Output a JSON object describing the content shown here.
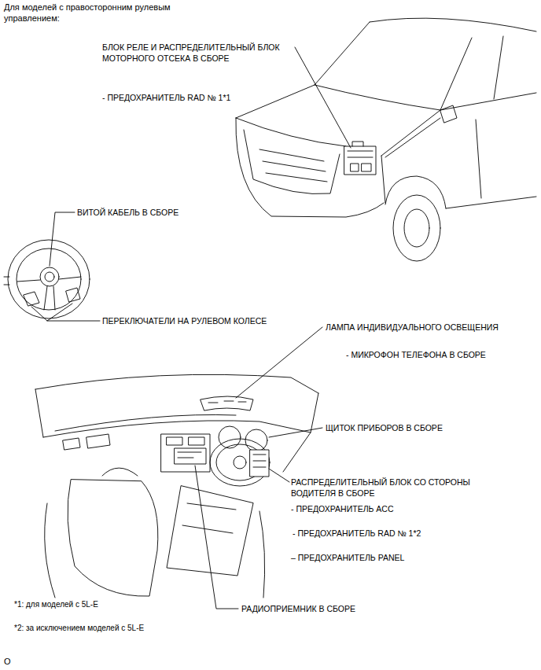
{
  "diagram": {
    "title": "Для моделей с правосторонним рулевым управлением:",
    "labels": [
      "БЛОК РЕЛЕ И РАСПРЕДЕЛИТЕЛЬНЫЙ БЛОК МОТОРНОГО ОТСЕКА В СБОРЕ",
      "- ПРЕДОХРАНИТЕЛЬ RAD № 1*1",
      "ВИТОЙ КАБЕЛЬ В СБОРЕ",
      "ПЕРЕКЛЮЧАТЕЛИ НА РУЛЕВОМ КОЛЕСЕ",
      "ЛАМПА ИНДИВИДУАЛЬНОГО ОСВЕЩЕНИЯ",
      "- МИКРОФОН ТЕЛЕФОНА В СБОРЕ",
      "ЩИТОК ПРИБОРОВ В СБОРЕ",
      "РАСПРЕДЕЛИТЕЛЬНЫЙ БЛОК СО СТОРОНЫ ВОДИТЕЛЯ В СБОРЕ",
      "- ПРЕДОХРАНИТЕЛЬ ACC",
      "- ПРЕДОХРАНИТЕЛЬ RAD № 1*2",
      "– ПРЕДОХРАНИТЕЛЬ PANEL",
      "РАДИОПРИЕМНИК В СБОРЕ",
      "*1: для моделей с 5L-E",
      "*2: за исключением моделей с 5L-E",
      "O"
    ]
  }
}
